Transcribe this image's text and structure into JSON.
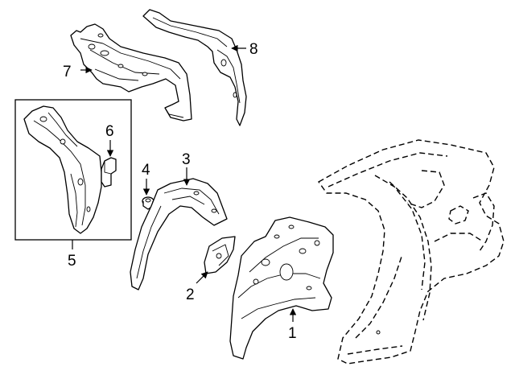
{
  "diagram": {
    "callouts": [
      {
        "id": "1",
        "label": "1"
      },
      {
        "id": "2",
        "label": "2"
      },
      {
        "id": "3",
        "label": "3"
      },
      {
        "id": "4",
        "label": "4"
      },
      {
        "id": "5",
        "label": "5"
      },
      {
        "id": "6",
        "label": "6"
      },
      {
        "id": "7",
        "label": "7"
      },
      {
        "id": "8",
        "label": "8"
      }
    ],
    "parts": [
      {
        "callout": "1",
        "icon": "inner-wheelhouse-panel-icon"
      },
      {
        "callout": "2",
        "icon": "bracket-plate-icon"
      },
      {
        "callout": "3",
        "icon": "wheelhouse-extension-icon"
      },
      {
        "callout": "4",
        "icon": "clip-fastener-icon"
      },
      {
        "callout": "5",
        "icon": "pillar-assembly-icon"
      },
      {
        "callout": "6",
        "icon": "reinforcement-bracket-icon"
      },
      {
        "callout": "7",
        "icon": "roof-rail-inner-icon"
      },
      {
        "callout": "8",
        "icon": "rail-reinforcement-icon"
      }
    ],
    "reference": {
      "icon": "quarter-panel-outline-icon",
      "style": "dashed"
    }
  }
}
